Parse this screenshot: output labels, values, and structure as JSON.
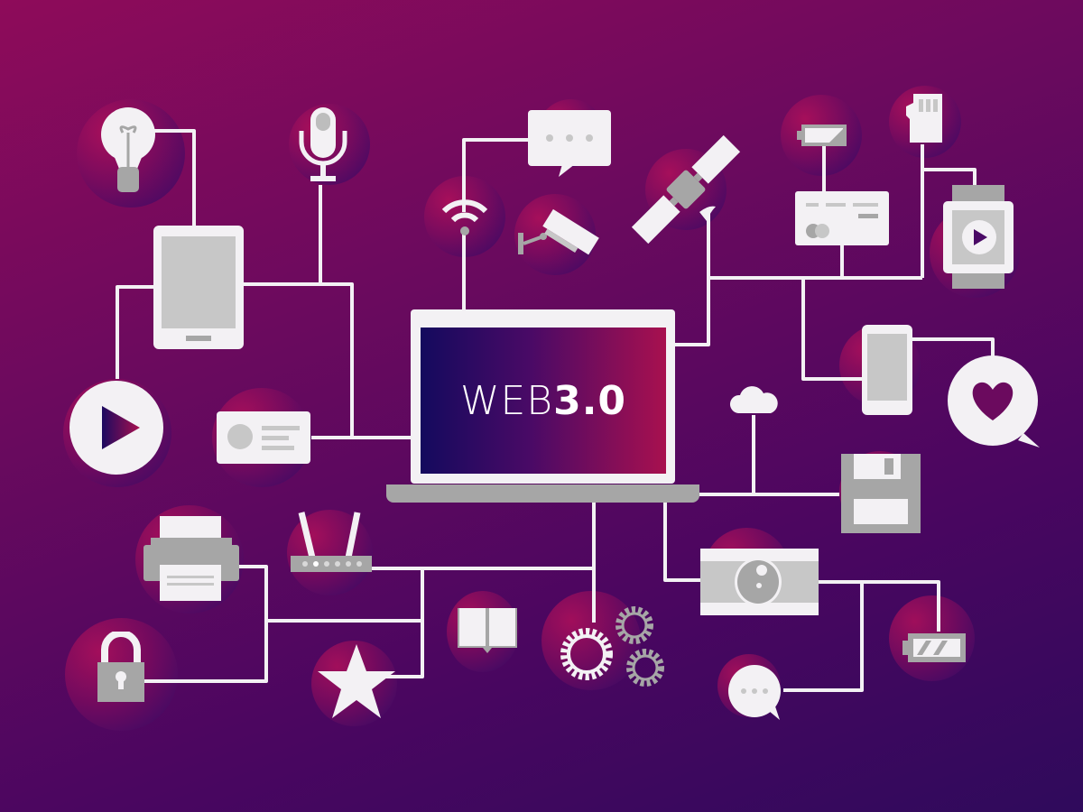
{
  "illustration": {
    "title": "Web 3.0 connected devices network illustration",
    "center_label": {
      "prefix": "WEB",
      "suffix": "3.0"
    },
    "colors": {
      "background_top_left": "#8e0b5a",
      "background_bottom_right": "#2f0a5c",
      "wire": "#f3f1f4",
      "icon_light": "#f3f1f4",
      "icon_gray": "#a6a6a6"
    },
    "icons": [
      "lightbulb-icon",
      "microphone-icon",
      "tablet-icon",
      "play-button-icon",
      "id-card-icon",
      "wifi-icon",
      "chat-bubble-icon",
      "security-camera-icon",
      "satellite-icon",
      "battery-icon",
      "credit-card-icon",
      "sd-card-icon",
      "smartwatch-icon",
      "smartphone-icon",
      "heart-bubble-icon",
      "cloud-icon",
      "floppy-disk-icon",
      "printer-icon",
      "router-icon",
      "padlock-icon",
      "star-icon",
      "book-icon",
      "gears-icon",
      "camera-icon",
      "message-bubble-icon",
      "full-battery-icon"
    ]
  }
}
